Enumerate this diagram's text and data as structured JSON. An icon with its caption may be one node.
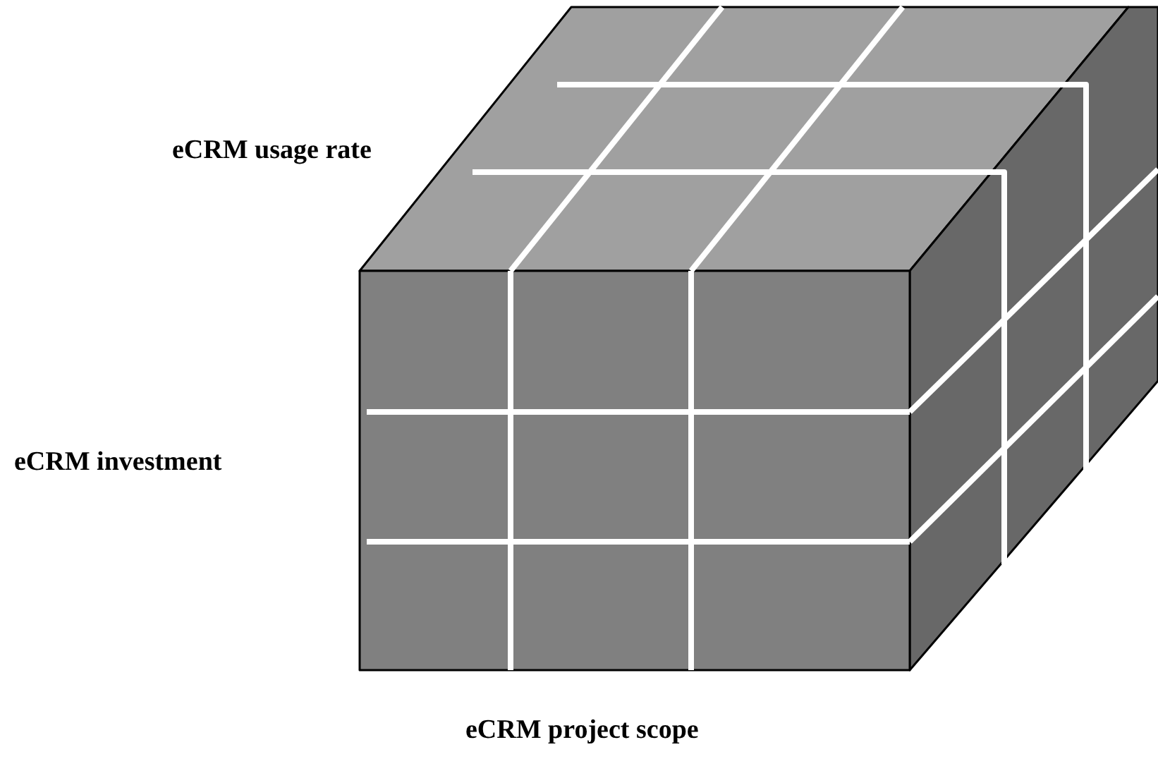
{
  "diagram": {
    "labels": [
      "eCRM usage rate",
      "eCRM investment",
      "eCRM project scope"
    ]
  }
}
